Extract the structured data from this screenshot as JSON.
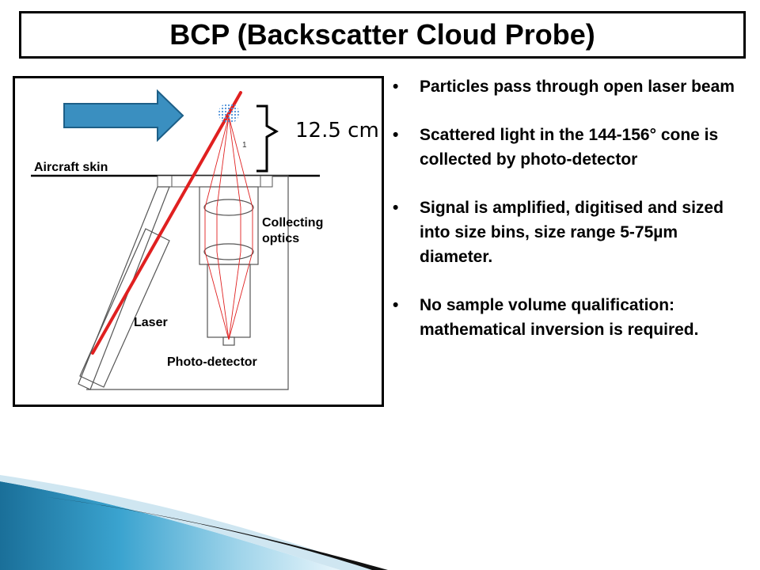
{
  "slide": {
    "title": "BCP (Backscatter Cloud Probe)"
  },
  "diagram": {
    "aircraft_skin_label": "Aircraft skin",
    "collecting_optics_label_line1": "Collecting",
    "collecting_optics_label_line2": "optics",
    "laser_label": "Laser",
    "photodetector_label": "Photo-detector",
    "small_mark": "1",
    "scale_label": "12.5 cm",
    "colors": {
      "arrow_fill": "#3a8fc0",
      "laser_beam": "#e02020",
      "particle": "#4a8fd8"
    }
  },
  "bullets": [
    {
      "text": "Particles pass through open laser beam"
    },
    {
      "text": "Scattered light in the 144-156° cone is collected  by photo-detector"
    },
    {
      "text": "Signal is amplified, digitised and sized into size bins, size range 5-75µm diameter."
    },
    {
      "text": "No sample volume qualification: mathematical inversion is required."
    }
  ],
  "bullet_glyph": "•"
}
